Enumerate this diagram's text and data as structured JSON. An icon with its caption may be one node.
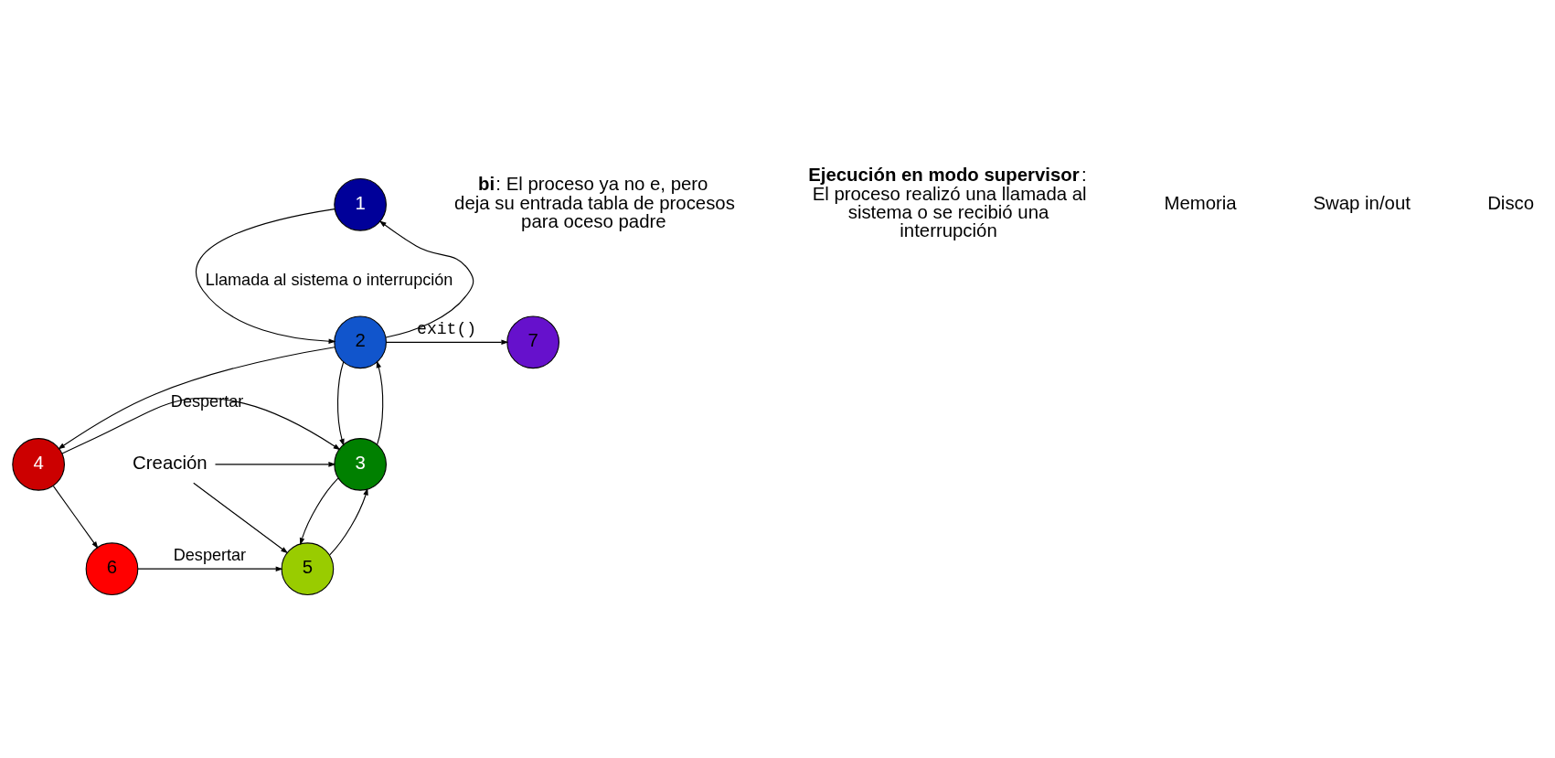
{
  "diagram": {
    "nodes": [
      {
        "text": [
          "1"
        ]
      },
      {
        "text": [
          "2"
        ]
      },
      {
        "text": [
          "3"
        ]
      },
      {
        "text": [
          "4"
        ]
      },
      {
        "text": [
          "5"
        ]
      },
      {
        "text": [
          "6"
        ]
      },
      {
        "text": [
          "7"
        ]
      },
      {
        "text": [
          "Creación"
        ]
      }
    ],
    "edges": [
      {
        "from": 1,
        "to": 0,
        "arrow": "to"
      },
      {
        "from": 0,
        "to": 1,
        "arrow": "to",
        "label": "Llamada al sistema o interrupción"
      },
      {
        "from": 1,
        "to": 6,
        "arrow": "to",
        "label": "exit()"
      },
      {
        "from": 1,
        "to": 3,
        "arrow": "to"
      },
      {
        "from": 1,
        "to": 2,
        "arrow": "to"
      },
      {
        "from": 2,
        "to": 1,
        "arrow": "to"
      },
      {
        "from": 3,
        "to": 2,
        "arrow": "to",
        "label": "Despertar"
      },
      {
        "from": 3,
        "to": 5,
        "arrow": "to"
      },
      {
        "from": 2,
        "to": 4,
        "arrow": "to"
      },
      {
        "from": 4,
        "to": 2,
        "arrow": "to"
      },
      {
        "from": 7,
        "to": 2,
        "arrow": "to"
      },
      {
        "from": 7,
        "to": 4,
        "arrow": "to"
      },
      {
        "from": 5,
        "to": 4,
        "arrow": "to",
        "label": "Despertar"
      }
    ],
    "labels": [
      "**bi**: El proceso ya no e, pero deja su entrada tabla de procesos para oceso padre",
      "**Ejecución en modo supervisor**: El proceso realizó una llamada al sistema o se recibió una interrupción",
      "Memoria",
      "Swap in/out",
      "Disco"
    ]
  }
}
